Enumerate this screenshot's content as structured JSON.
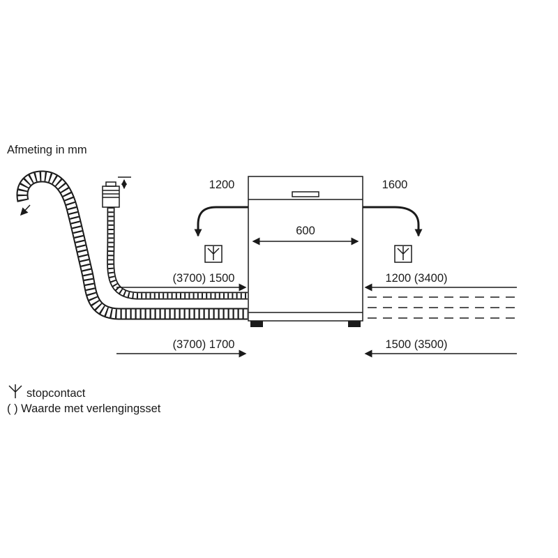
{
  "title": "Afmeting in mm",
  "appliance": {
    "width_label": "600"
  },
  "cords": {
    "left_label": "1200",
    "right_label": "1600"
  },
  "dimensions": {
    "left_upper": "(3700) 1500",
    "right_upper": "1200 (3400)",
    "left_lower": "(3700) 1700",
    "right_lower": "1500 (3500)"
  },
  "legend": {
    "socket_label": "stopcontact",
    "extension_note": "( ) Waarde met verlengingsset"
  },
  "colors": {
    "line": "#1a1a1a",
    "background": "#ffffff"
  }
}
